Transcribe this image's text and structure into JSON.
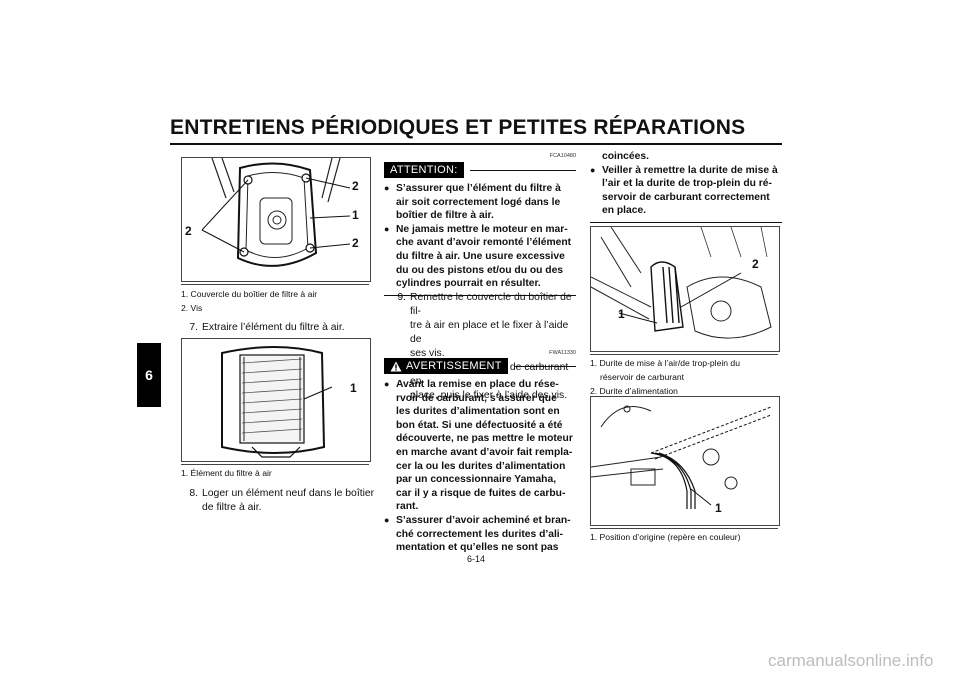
{
  "header": {
    "title": "ENTRETIENS PÉRIODIQUES ET PETITES RÉPARATIONS"
  },
  "chapter_tab": "6",
  "left": {
    "fig1": {
      "callouts": {
        "a": "2",
        "b": "1",
        "c": "2",
        "d": "2"
      },
      "legend": [
        "1. Couvercle du boîtier de filtre à air",
        "2. Vis"
      ]
    },
    "step7": {
      "num": "7.",
      "text": "Extraire l’élément du filtre à air."
    },
    "fig2": {
      "callout": "1",
      "legend": [
        "1. Élément du filtre à air"
      ]
    },
    "step8": {
      "num": "8.",
      "line1": "Loger un élément neuf dans le boîtier",
      "line2": "de filtre à air."
    }
  },
  "middle": {
    "attention": {
      "code": "FCA10480",
      "label": "ATTENTION:",
      "bullets": [
        [
          "S’assurer que l’élément du filtre à",
          "air soit correctement logé dans le",
          "boîtier de filtre à air."
        ],
        [
          "Ne jamais mettre le moteur en mar-",
          "che avant d’avoir remonté l’élément",
          "du filtre à air. Une usure excessive",
          "du ou des pistons et/ou du ou des",
          "cylindres pourrait en résulter."
        ]
      ]
    },
    "step9": {
      "num": "9.",
      "lines": [
        "Remettre le couvercle du boîtier de fil-",
        "tre à air en place et le fixer à l’aide de",
        "ses vis."
      ]
    },
    "step10": {
      "num": "10.",
      "lines": [
        "Remettre le réservoir de carburant en",
        "place, puis le fixer à l’aide des vis."
      ]
    },
    "warning": {
      "code": "FWA11330",
      "label": "AVERTISSEMENT",
      "bullets": [
        [
          "Avant la remise en place du rése-",
          "rvoir de carburant, s’assurer que",
          "les durites d’alimentation sont en",
          "bon état. Si une défectuosité a été",
          "découverte, ne pas mettre le moteur",
          "en marche avant d’avoir fait rempla-",
          "cer la ou les durites d’alimentation",
          "par un concessionnaire Yamaha,",
          "car il y a risque de fuites de carbu-",
          "rant."
        ],
        [
          "S’assurer d’avoir acheminé et bran-",
          "ché correctement les durites d’ali-",
          "mentation et qu’elles ne sont pas"
        ]
      ]
    }
  },
  "right": {
    "continued": "coincées.",
    "bullet": [
      "Veiller à remettre la durite de mise à",
      "l’air et la durite de trop-plein du ré-",
      "servoir de carburant correctement",
      "en place."
    ],
    "fig3": {
      "callouts": {
        "a": "2",
        "b": "1"
      },
      "legend": [
        "1. Durite de mise à l’air/de trop-plein du",
        "réservoir de carburant",
        "2. Durite d’alimentation"
      ]
    },
    "fig4": {
      "callout": "1",
      "legend": [
        "1. Position d’origine (repère en couleur)"
      ]
    }
  },
  "footer": {
    "page_number": "6-14",
    "watermark": "carmanualsonline.info"
  }
}
